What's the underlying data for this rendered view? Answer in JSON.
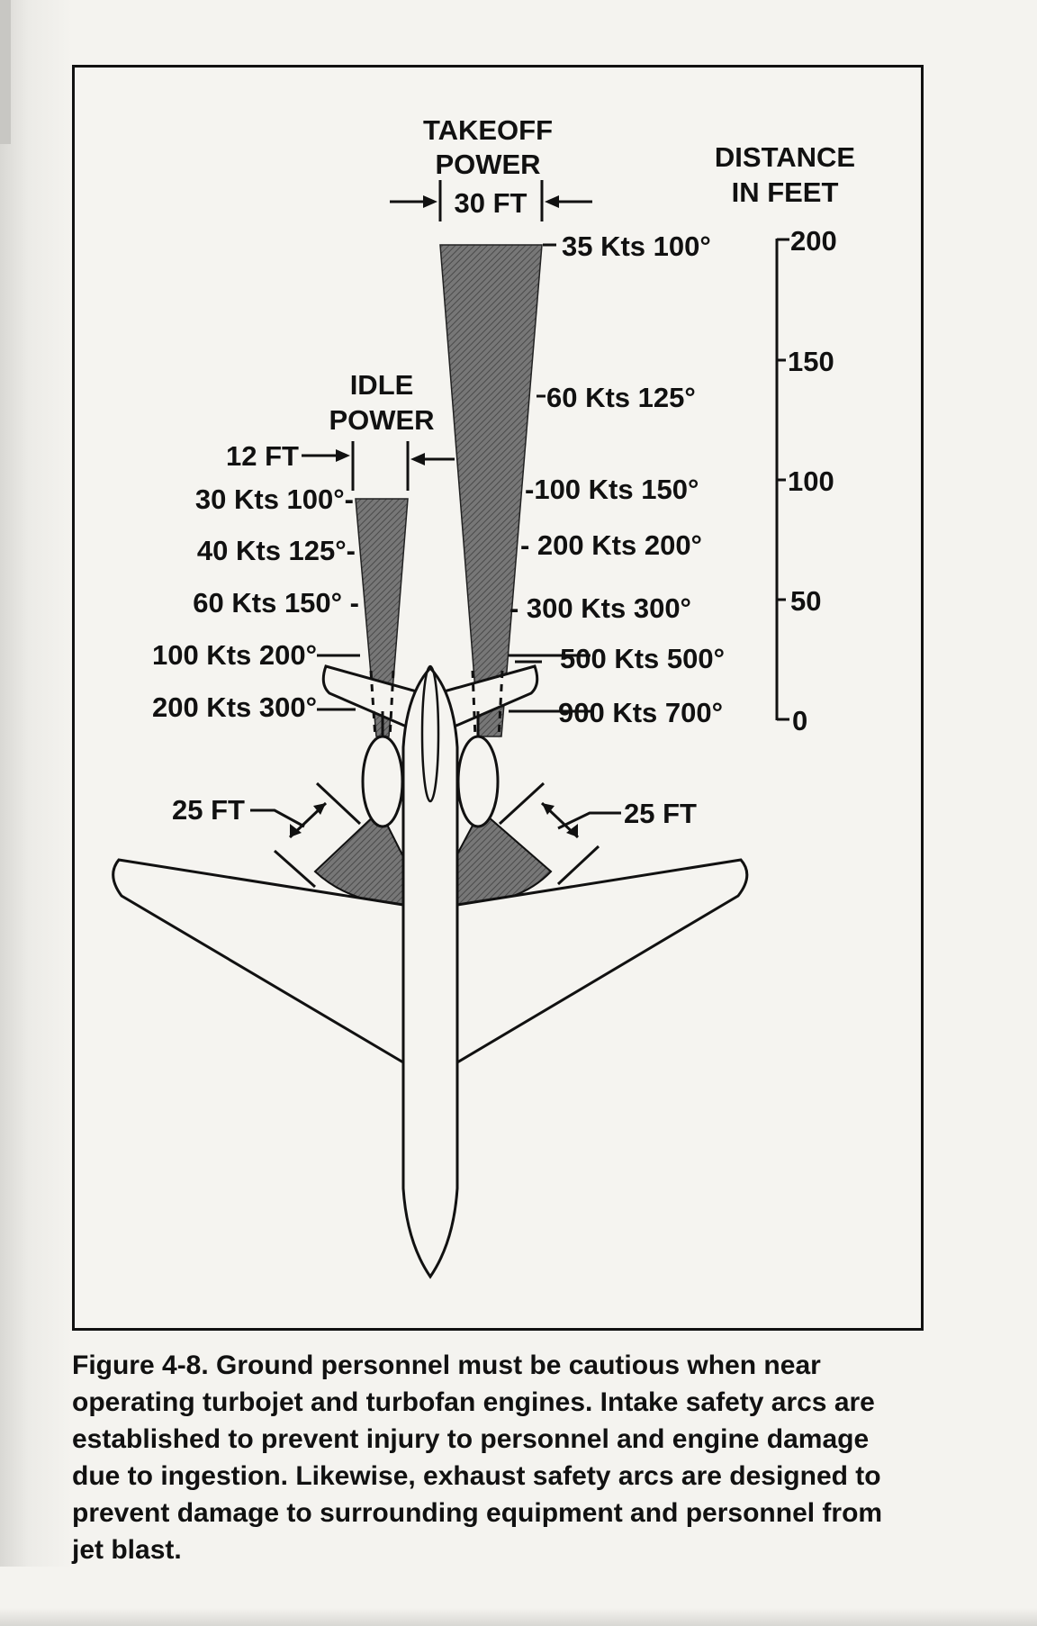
{
  "figure": {
    "takeoff": {
      "title_line1": "TAKEOFF",
      "title_line2": "POWER",
      "width_label": "30 FT",
      "markers": [
        {
          "label": "35 Kts 100°"
        },
        {
          "label": "60 Kts 125°"
        },
        {
          "label": "-100 Kts 150°"
        },
        {
          "label": "- 200 Kts 200°"
        },
        {
          "label": "- 300 Kts 300°"
        },
        {
          "label": "500 Kts 500°"
        },
        {
          "label": "900 Kts 700°"
        }
      ]
    },
    "idle": {
      "title_line1": "IDLE",
      "title_line2": "POWER",
      "width_label": "12 FT",
      "markers": [
        {
          "label": "30 Kts 100°-"
        },
        {
          "label": "40 Kts 125°-"
        },
        {
          "label": "60 Kts 150° -"
        },
        {
          "label": "100 Kts 200°"
        },
        {
          "label": "200 Kts 300°"
        }
      ]
    },
    "scale": {
      "title_line1": "DISTANCE",
      "title_line2": "IN FEET",
      "ticks": [
        "200",
        "150",
        "100",
        "50",
        "0"
      ]
    },
    "intake": {
      "left_label": "25 FT",
      "right_label": "25 FT"
    },
    "colors": {
      "ink": "#111111",
      "shading": "#6e6e6e",
      "paper": "#f5f4f0"
    }
  },
  "caption": "Figure 4-8. Ground personnel must be cautious when near operating turbojet and turbofan engines. Intake safety arcs are established to prevent injury to personnel and engine damage due to ingestion. Likewise, exhaust safety arcs are designed to prevent damage to surrounding equipment and personnel from jet blast."
}
